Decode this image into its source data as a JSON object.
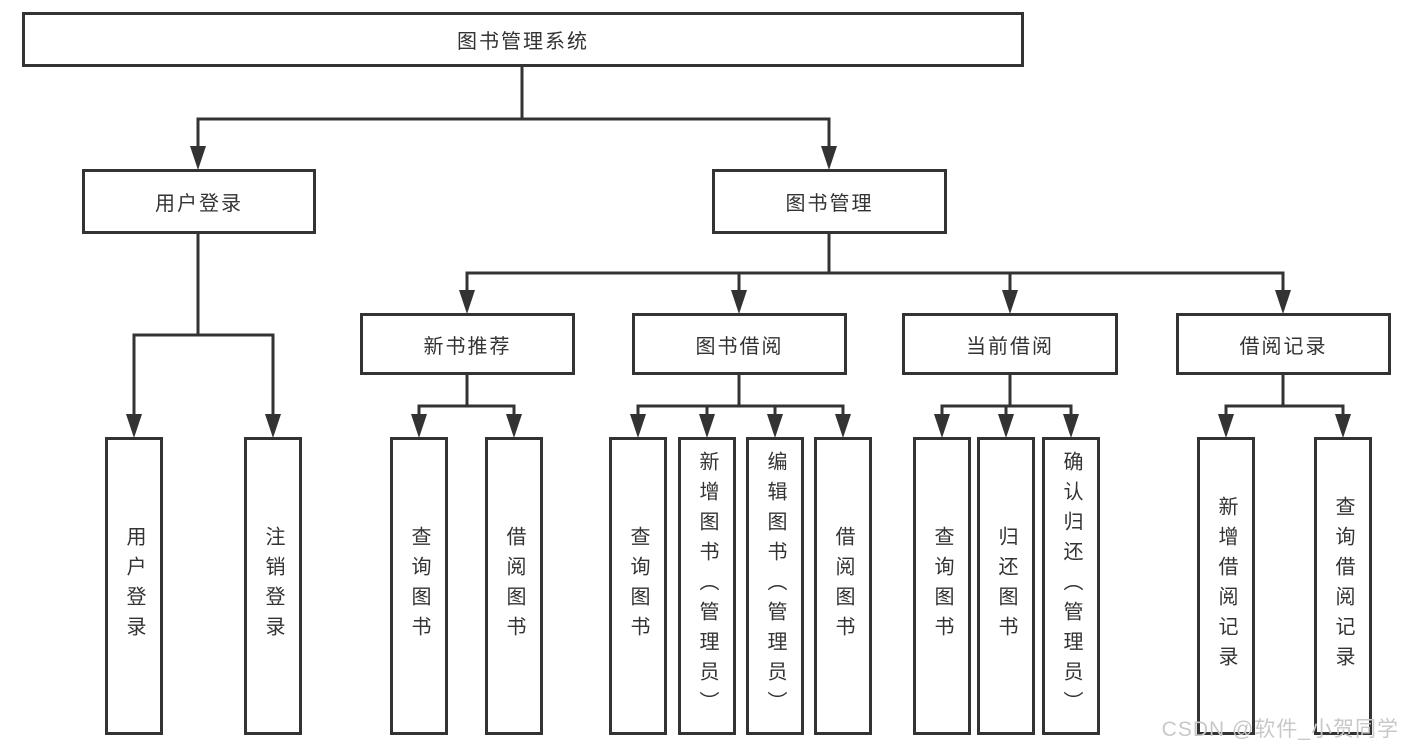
{
  "tree": {
    "label": "图书管理系统",
    "children": [
      {
        "label": "用户登录",
        "children": [
          {
            "label": "用户登录"
          },
          {
            "label": "注销登录"
          }
        ]
      },
      {
        "label": "图书管理",
        "children": [
          {
            "label": "新书推荐",
            "children": [
              {
                "label": "查询图书"
              },
              {
                "label": "借阅图书"
              }
            ]
          },
          {
            "label": "图书借阅",
            "children": [
              {
                "label": "查询图书"
              },
              {
                "label": "新增图书（管理员）"
              },
              {
                "label": "编辑图书（管理员）"
              },
              {
                "label": "借阅图书"
              }
            ]
          },
          {
            "label": "当前借阅",
            "children": [
              {
                "label": "查询图书"
              },
              {
                "label": "归还图书"
              },
              {
                "label": "确认归还（管理员）"
              }
            ]
          },
          {
            "label": "借阅记录",
            "children": [
              {
                "label": "新增借阅记录"
              },
              {
                "label": "查询借阅记录"
              }
            ]
          }
        ]
      }
    ]
  },
  "watermark": {
    "text": "CSDN @软件_小贺同学"
  },
  "colors": {
    "line": "#333333",
    "box_border": "#333333",
    "text": "#333333",
    "background": "#ffffff",
    "watermark": "#c8c8c8"
  }
}
